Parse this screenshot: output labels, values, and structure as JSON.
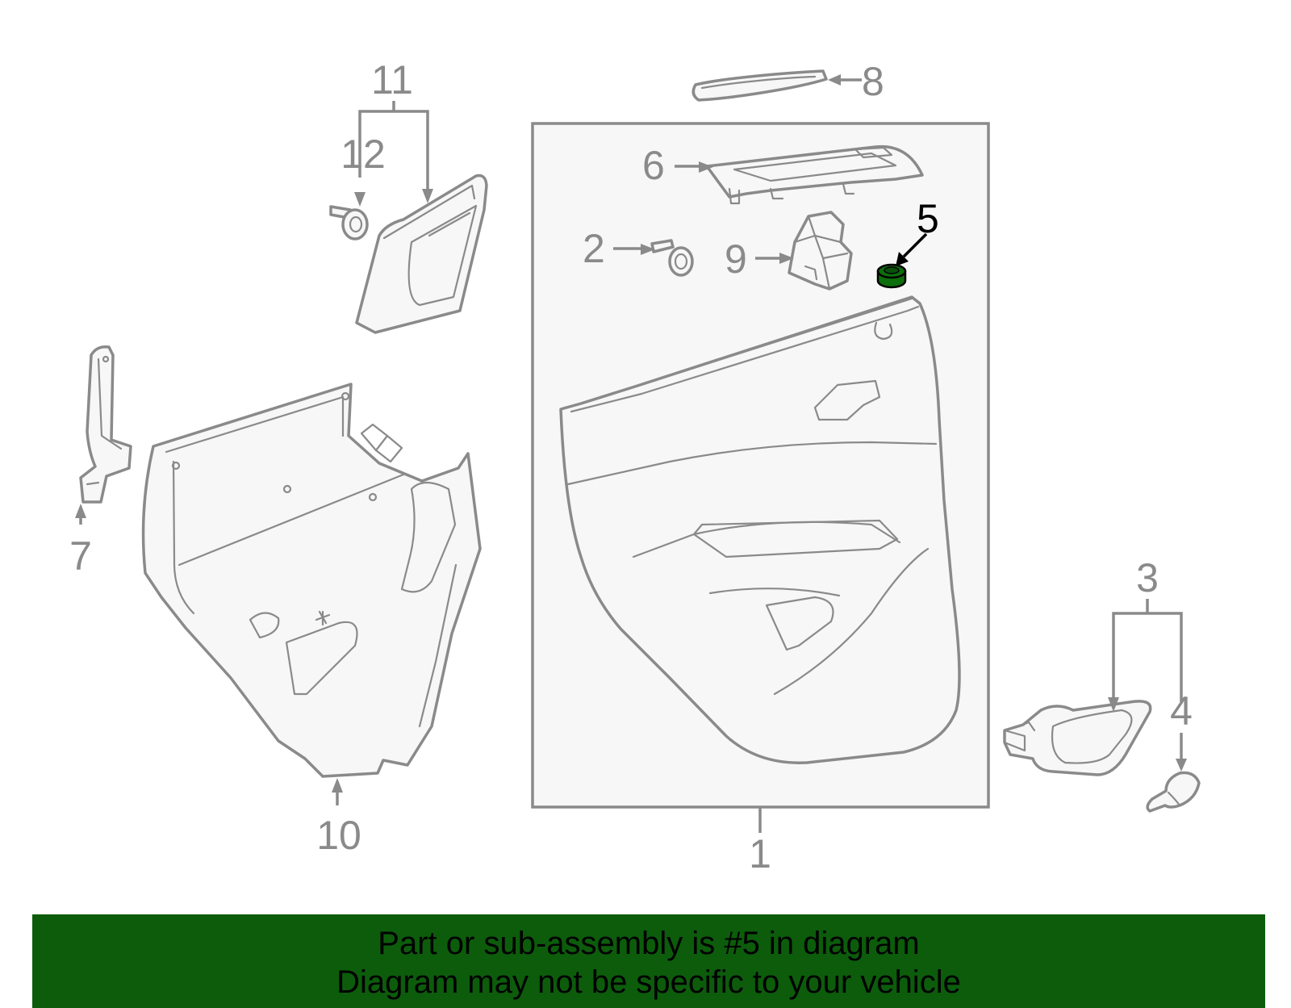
{
  "diagram": {
    "callouts": [
      {
        "number": "1",
        "highlighted": false
      },
      {
        "number": "2",
        "highlighted": false
      },
      {
        "number": "3",
        "highlighted": false
      },
      {
        "number": "4",
        "highlighted": false
      },
      {
        "number": "5",
        "highlighted": true
      },
      {
        "number": "6",
        "highlighted": false
      },
      {
        "number": "7",
        "highlighted": false
      },
      {
        "number": "8",
        "highlighted": false
      },
      {
        "number": "9",
        "highlighted": false
      },
      {
        "number": "10",
        "highlighted": false
      },
      {
        "number": "11",
        "highlighted": false
      },
      {
        "number": "12",
        "highlighted": false
      }
    ],
    "highlight_color": "#0c6e0c",
    "line_color": "#8a8a8a"
  },
  "banner": {
    "line1": "Part or sub-assembly is #5 in diagram",
    "line2": "Diagram may not be specific to your vehicle",
    "background": "#0c5c0c"
  }
}
